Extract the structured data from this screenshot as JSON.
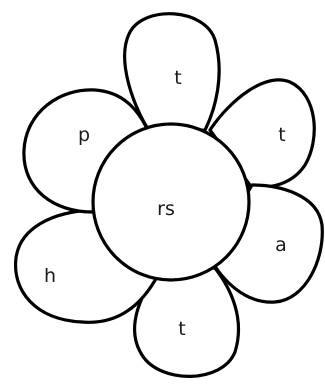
{
  "flower": {
    "center_label": "rs",
    "petals": [
      {
        "label": "t"
      },
      {
        "label": "t"
      },
      {
        "label": "a"
      },
      {
        "label": "t"
      },
      {
        "label": "h"
      },
      {
        "label": "p"
      }
    ]
  }
}
